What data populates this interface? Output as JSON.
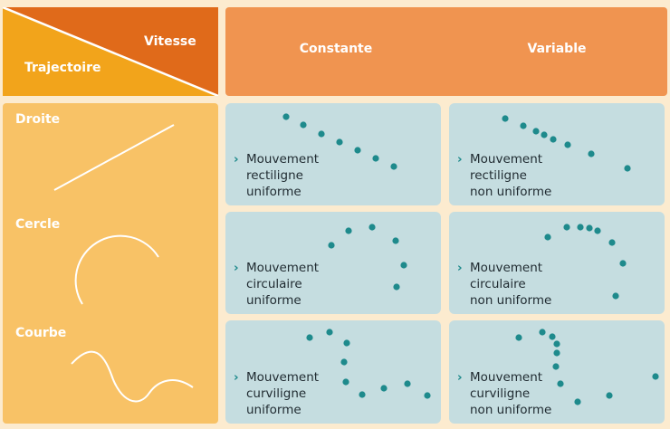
{
  "corner": {
    "speed_label": "Vitesse",
    "trajectory_label": "Trajectoire",
    "colors": {
      "top": "#e06a1a",
      "bottom": "#f2a41b"
    }
  },
  "columns": [
    {
      "label": "Constante"
    },
    {
      "label": "Variable"
    }
  ],
  "rows": [
    {
      "label": "Droite",
      "icon": "straight-line"
    },
    {
      "label": "Cercle",
      "icon": "circle-arc"
    },
    {
      "label": "Courbe",
      "icon": "wavy-curve"
    }
  ],
  "cells": [
    {
      "lines": [
        "Mouvement",
        "rectiligne",
        "uniforme"
      ]
    },
    {
      "lines": [
        "Mouvement",
        "rectiligne",
        "non uniforme"
      ]
    },
    {
      "lines": [
        "Mouvement",
        "circulaire",
        "uniforme"
      ]
    },
    {
      "lines": [
        "Mouvement",
        "circulaire",
        "non uniforme"
      ]
    },
    {
      "lines": [
        "Mouvement",
        "curviligne",
        "uniforme"
      ]
    },
    {
      "lines": [
        "Mouvement",
        "curviligne",
        "non uniforme"
      ]
    }
  ],
  "colors": {
    "background": "#fcebcf",
    "header": "#f09450",
    "sidebar": "#f8c266",
    "cell": "#c5dde0",
    "dot": "#1e8a8c",
    "chevron": "#1e8a8c"
  }
}
